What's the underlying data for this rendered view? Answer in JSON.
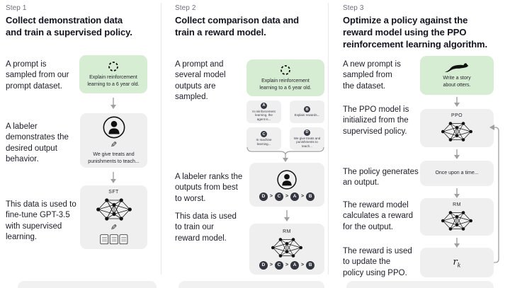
{
  "colors": {
    "green_box": "#d7edd3",
    "gray_box": "#efefef",
    "dark_circle": "#343640",
    "text": "#1d1d27",
    "muted_text": "#6e6e80",
    "arrow": "#9f9f9f",
    "divider": "#e8e8e8"
  },
  "steps": [
    {
      "step": "Step 1",
      "title": "Collect demonstration data\nand train a supervised policy.",
      "labels": {
        "prompt": "A prompt is\nsampled from our\nprompt dataset.",
        "labeler": "A labeler\ndemonstrates the\ndesired output\nbehavior.",
        "finetune": "This data is used to\nfine-tune GPT-3.5\nwith supervised\nlearning."
      },
      "prompt_box": {
        "icon": "sampling-icon",
        "text": "Explain reinforcement\nlearning to a 6 year old."
      },
      "labeler_box": {
        "icon": "labeler-icon",
        "caption": "We give treats and\npunishments to teach..."
      },
      "sft_box": {
        "label": "SFT"
      }
    },
    {
      "step": "Step 2",
      "title": "Collect comparison data and\ntrain a reward model.",
      "labels": {
        "prompt": "A prompt and\nseveral model\noutputs are\nsampled.",
        "rank": "A labeler ranks the\noutputs from best\nto worst.",
        "train": "This data is used\nto train our\nreward model."
      },
      "prompt_box": {
        "icon": "sampling-icon",
        "text": "Explain reinforcement\nlearning to a 6 year old."
      },
      "outputs": [
        {
          "letter": "A",
          "text": "In reinforcement\nlearning, the\nagent is..."
        },
        {
          "letter": "B",
          "text": "Explain rewards..."
        },
        {
          "letter": "C",
          "text": "In machine\nlearning..."
        },
        {
          "letter": "D",
          "text": "We give treats and\npunishments to\nteach..."
        }
      ],
      "ranking": {
        "items": [
          "D",
          "C",
          "A",
          "B"
        ],
        "separator": ">"
      },
      "rm_box": {
        "label": "RM"
      }
    },
    {
      "step": "Step 3",
      "title": "Optimize a policy against the\nreward model using the PPO\nreinforcement learning algorithm.",
      "labels": {
        "prompt": "A new prompt is\nsampled from\nthe dataset.",
        "ppo": "The PPO model is\ninitialized from the\nsupervised policy.",
        "output": "The policy generates\nan output.",
        "reward": "The reward model\ncalculates a reward\nfor the output.",
        "update": "The reward is used\nto update the\npolicy using PPO."
      },
      "prompt_box": {
        "icon": "otter-icon",
        "text": "Write a story\nabout otters."
      },
      "ppo_box": {
        "label": "PPO"
      },
      "output_box": {
        "text": "Once upon a time..."
      },
      "rm_box": {
        "label": "RM"
      },
      "reward_box": {
        "symbol": "r",
        "subscript": "k"
      }
    }
  ]
}
